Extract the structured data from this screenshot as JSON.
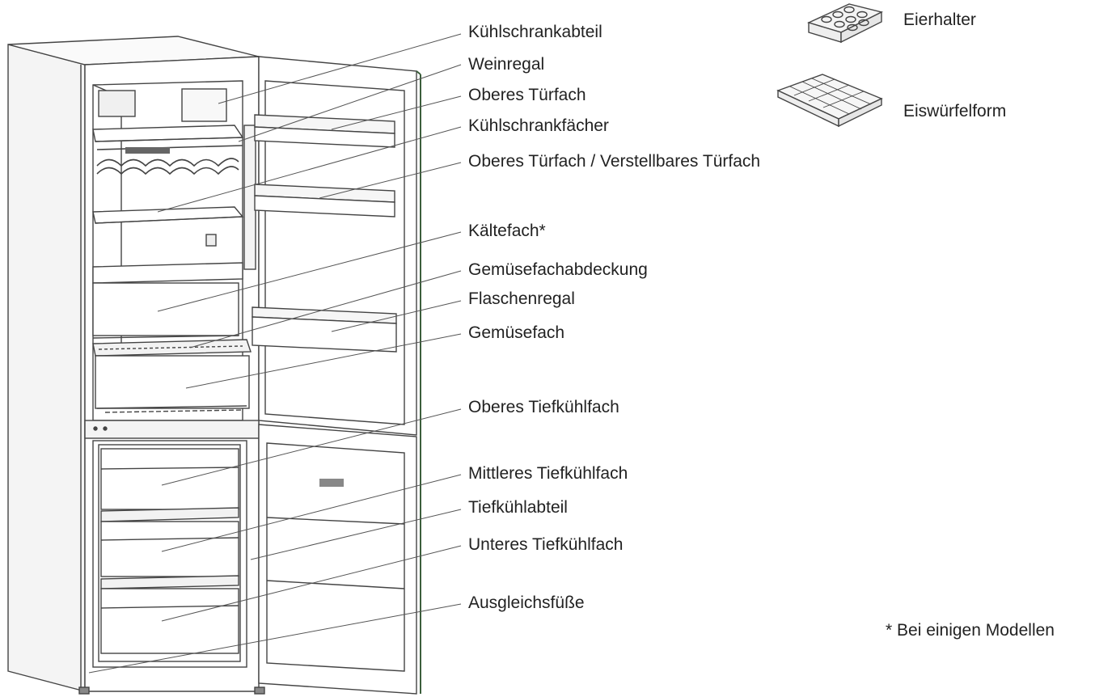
{
  "colors": {
    "line": "#444444",
    "door_edge": "#3b5e3b",
    "background": "#ffffff"
  },
  "labels": [
    "Kühlschrankabteil",
    "Weinregal",
    "Oberes Türfach",
    "Kühlschrankfächer",
    "Oberes Türfach / Verstellbares Türfach",
    "Kältefach*",
    "Gemüsefachabdeckung",
    "Flaschenregal",
    "Gemüsefach",
    "Oberes Tiefkühlfach",
    "Mittleres Tiefkühlfach",
    "Tiefkühlabteil",
    "Unteres Tiefkühlfach",
    "Ausgleichsfüße"
  ],
  "accessories": [
    {
      "label": "Eierhalter",
      "icon": "egg-holder-icon"
    },
    {
      "label": "Eiswürfelform",
      "icon": "ice-tray-icon"
    }
  ],
  "footnote": "* Bei einigen Modellen"
}
